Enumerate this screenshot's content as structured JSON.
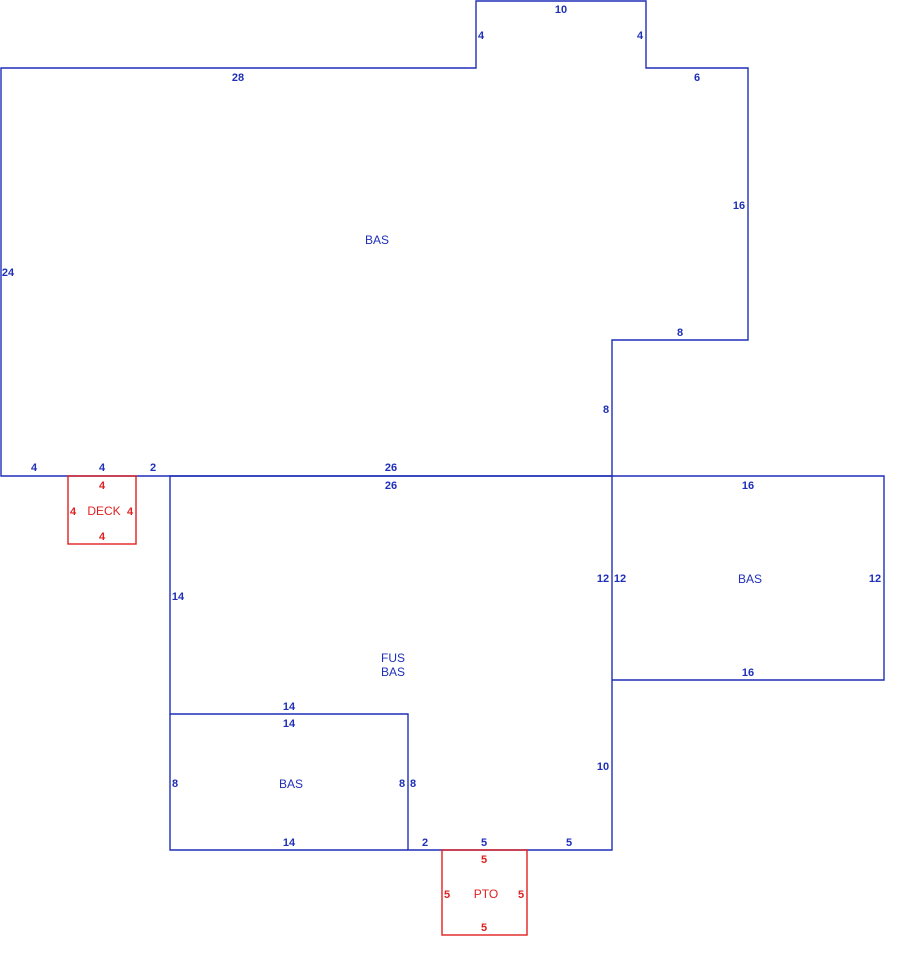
{
  "colors": {
    "main_outline": "#1f2fb8",
    "addition_outline": "#e02020"
  },
  "areas": {
    "main_bas": "BAS",
    "east_bas": "BAS",
    "lower_bas": "BAS",
    "fus_label_1": "FUS",
    "fus_label_2": "BAS",
    "deck": "DECK",
    "patio": "PTO"
  },
  "dimensions": {
    "main_top_bump": "10",
    "main_bump_left": "4",
    "main_bump_right": "4",
    "main_top_left": "28",
    "main_top_right": "6",
    "main_left": "24",
    "main_right_upper": "16",
    "main_step": "8",
    "main_step_down": "8",
    "main_bottom_1": "4",
    "main_bottom_2": "4",
    "main_bottom_3": "2",
    "main_bottom_4": "26",
    "fus_top": "26",
    "fus_left": "14",
    "fus_right_upper": "12",
    "fus_right_lower": "10",
    "fus_lower_right": "8",
    "fus_bottom_1": "2",
    "fus_bottom_2": "5",
    "fus_bottom_3": "5",
    "east_top": "16",
    "east_left": "12",
    "east_right": "12",
    "east_bottom": "16",
    "lower_top_outer": "14",
    "lower_top_inner": "14",
    "lower_left": "8",
    "lower_right": "8",
    "lower_bottom": "14",
    "deck_top": "4",
    "deck_left": "4",
    "deck_right": "4",
    "deck_bottom": "4",
    "patio_top": "5",
    "patio_left": "5",
    "patio_right": "5",
    "patio_bottom": "5"
  }
}
